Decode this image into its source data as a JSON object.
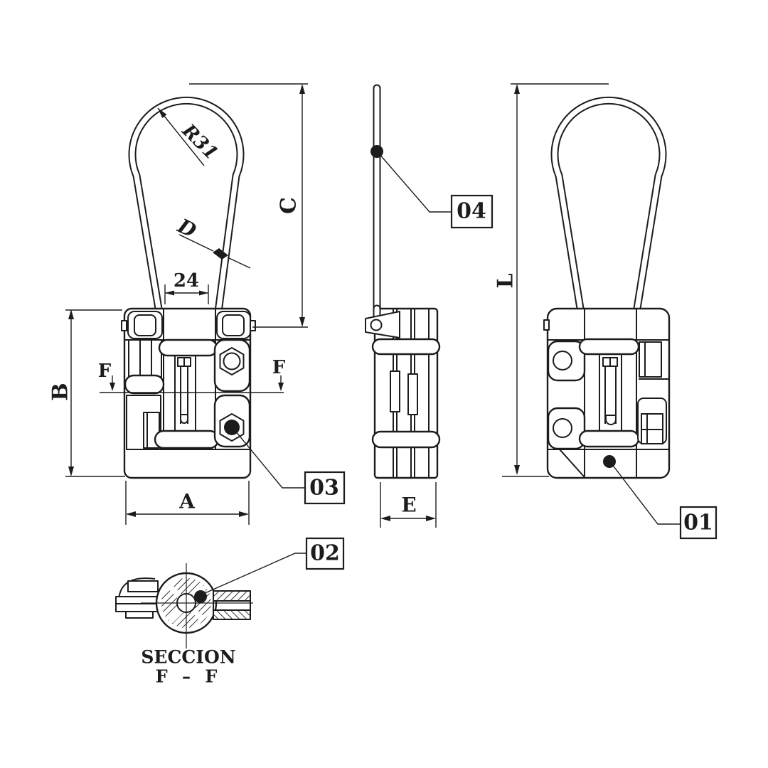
{
  "title": "Tension clamp technical drawing",
  "colors": {
    "background": "#ffffff",
    "line": "#1c1c1c"
  },
  "dimensions": {
    "loop_radius": "R31",
    "wire_diameter": "D",
    "loop_opening_width": "24",
    "loop_height": "C",
    "body_height": "B",
    "body_width": "A",
    "profile_width": "E",
    "overall_height": "L",
    "section_plane": "F"
  },
  "callouts": {
    "part_01": "01",
    "part_02": "02",
    "part_03": "03",
    "part_04": "04"
  },
  "section_view": {
    "title": "SECCION",
    "plane": "F – F"
  }
}
